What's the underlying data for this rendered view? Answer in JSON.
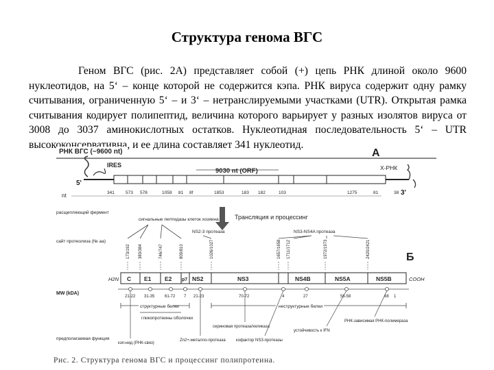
{
  "page": {
    "title": "Структура генома ВГС",
    "paragraph": "Геном ВГС (рис. 2А) представляет собой (+) цепь РНК длиной около 9600 нуклеотидов, на 5‘ – конце которой не содержится кэпа. РНК вируса содержит одну рамку считывания, ограниченную 5‘ – и 3‘ – нетранслируемыми участками (UTR). Открытая рамка считывания кодирует полипептид, величина которого варьирует у разных изолятов вируса от 3008 до 3037 аминокислотных остатков. Нуклеотидная последовательность 5‘ – UTR высококонсервативна, и ее длина составляет 341 нуклеотид."
  },
  "figure": {
    "panel_a_title": "РНК ВГС (~9600 nt)",
    "panel_a_letter": "А",
    "panel_b_letter": "Б",
    "ires_label": "IRES",
    "five_prime": "5'",
    "three_prime": "3'",
    "orf_label": "9030 nt (ORF)",
    "x_rna_label": "X-РНК",
    "nt_label": "nt",
    "nt_positions": [
      "341",
      "573",
      "578",
      "1059",
      "81",
      "8f",
      "1853",
      "183",
      "182",
      "103",
      "1275",
      "81",
      "38"
    ],
    "translation_label": "Трансляция и процессинг",
    "signal_peptidase_label": "сигнальные пептидазы клеток хозяина",
    "cleaving_enzyme_label": "расщепляющий фермент",
    "cleavage_site_label": "сайт протеолиза (№ aa)",
    "ns23_protease_label": "NS2-3 протеаза",
    "ns3_ns4a_protease_label": "NS3-NS4A протеаза",
    "cleavage_sites": [
      "173/192",
      "383/384",
      "746/747",
      "809/810",
      "1026/1027",
      "1657/1658",
      "1711/1712",
      "1972/1973",
      "2420/2421"
    ],
    "proteins": [
      "C",
      "E1",
      "E2",
      "p7",
      "NS2",
      "NS3",
      "NS4B",
      "NS5A",
      "NS5B"
    ],
    "nh2_label": "H2N",
    "cooh_label": "COOH",
    "mw_label": "MW (kDA)",
    "mw_values": [
      "21-22",
      "31-35",
      "61-72",
      "7",
      "21-23",
      "70-72",
      "4",
      "27",
      "56-58",
      "68",
      "1"
    ],
    "structural_proteins_label": "структурные белки",
    "nonstructural_proteins_label": "неструктурные белки",
    "glycoprotein_label": "гликопротеины оболочки",
    "function_label": "предполагаемая функция",
    "capsid_label": "кэп-нид (РНК-связ)",
    "zn_protease_label": "Zn2+-металло-протеаза",
    "serine_protease_label": "сериновая протеаза/хеликаза",
    "cofactor_label": "кофактор NS3-протеазы",
    "polymerase_label": "РНК-зависимая РНК-полимераза",
    "ifn_label": "устойчивость к IFN"
  },
  "caption": "Рис. 2. Структура генома ВГС и процессинг полипротеина."
}
